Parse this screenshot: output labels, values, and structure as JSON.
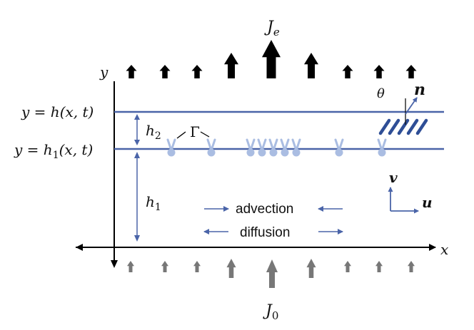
{
  "labels": {
    "je": "J_e",
    "je_main": "J",
    "je_sub": "e",
    "j0_main": "J",
    "j0_sub": "0",
    "y_axis": "y",
    "x_axis": "x",
    "surface_top": "y = h(x, t)",
    "surface_top_lhs": "y",
    "surface_top_eq": " = ",
    "surface_top_h": "h",
    "surface_top_args": "(x, t)",
    "surface_mid_lhs": "y",
    "surface_mid_eq": " = ",
    "surface_mid_h": "h",
    "surface_mid_sub": "1",
    "surface_mid_args": "(x, t)",
    "h2_main": "h",
    "h2_sub": "2",
    "h1_main": "h",
    "h1_sub": "1",
    "gamma": "Γ",
    "theta": "θ",
    "n_vec": "n",
    "v_vec": "v",
    "u_vec": "u",
    "advection": "advection",
    "diffusion": "diffusion"
  },
  "colors": {
    "line_blue": "#4a64a8",
    "particle_blue": "#aabde2",
    "hatch_blue": "#2e4e96",
    "arrow_black": "#000000",
    "arrow_gray": "#777777"
  },
  "icons": {
    "top_flux": "up-arrow-icon",
    "bottom_flux": "up-arrow-icon",
    "particle": "y-shaped-particle-icon"
  }
}
